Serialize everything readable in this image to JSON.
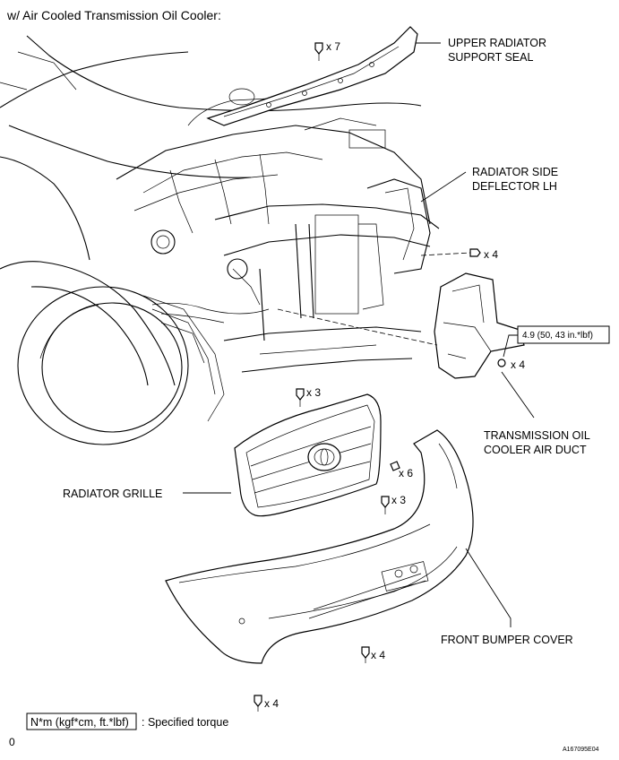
{
  "title": "w/ Air Cooled Transmission Oil Cooler:",
  "labels": {
    "upper_seal_1": "UPPER RADIATOR",
    "upper_seal_2": "SUPPORT SEAL",
    "side_deflector_1": "RADIATOR SIDE",
    "side_deflector_2": "DEFLECTOR LH",
    "trans_duct_1": "TRANSMISSION OIL",
    "trans_duct_2": "COOLER AIR DUCT",
    "radiator_grille": "RADIATOR GRILLE",
    "front_bumper": "FRONT BUMPER COVER"
  },
  "quantities": {
    "seal_clips": "x 7",
    "deflector_clips": "x 4",
    "duct_bolts": "x 4",
    "grille_clips": "x 3",
    "bumper_screws": "x 6",
    "bumper_top_clips": "x 3",
    "bumper_lower_clips": "x 4",
    "bumper_bottom_clips": "x 4"
  },
  "torque_spec": "4.9 (50, 43 in.*lbf)",
  "legend": {
    "box_text": "N*m (kgf*cm, ft.*lbf)",
    "description": ": Specified torque"
  },
  "page_marker": "0",
  "figure_id": "A167095E04"
}
